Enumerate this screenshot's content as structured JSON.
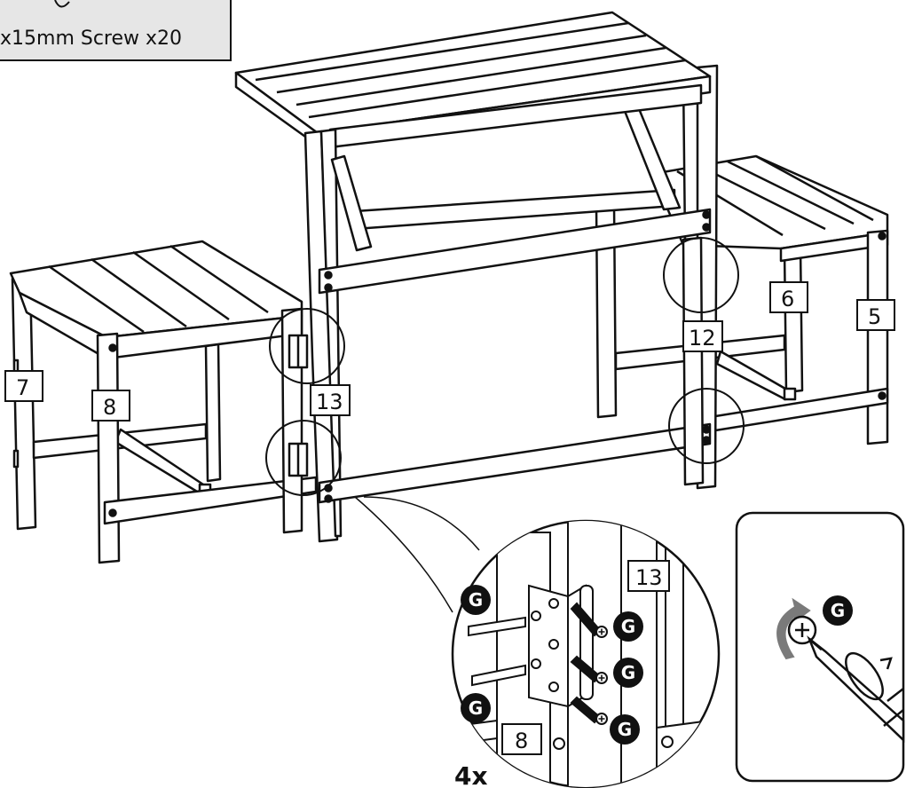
{
  "header": {
    "screw_label": "x15mm Screw x20"
  },
  "parts": {
    "p5": "5",
    "p6": "6",
    "p7": "7",
    "p8": "8",
    "p12": "12",
    "p13": "13",
    "detail_13": "13",
    "detail_8": "8"
  },
  "hardware": {
    "letter": "G",
    "quantity": "4x"
  },
  "colors": {
    "line": "#111111",
    "fill": "#ffffff",
    "header_bg": "#e6e6e6",
    "arrow": "#7a7a7a"
  }
}
